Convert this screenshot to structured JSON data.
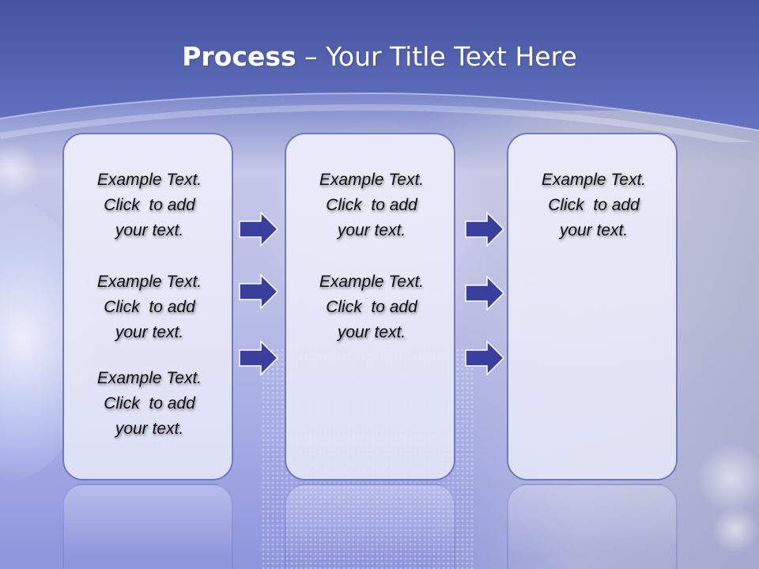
{
  "slide": {
    "title_bold": "Process",
    "title_rest": "– Your Title Text Here"
  },
  "columns": [
    {
      "items": [
        {
          "line1": "Example Text.",
          "line2": "Click  to add",
          "line3": "your text."
        },
        {
          "line1": "Example Text.",
          "line2": "Click  to add",
          "line3": "your text."
        },
        {
          "line1": "Example Text.",
          "line2": "Click  to add",
          "line3": "your text."
        }
      ]
    },
    {
      "items": [
        {
          "line1": "Example Text.",
          "line2": "Click  to add",
          "line3": "your text."
        },
        {
          "line1": "Example Text.",
          "line2": "Click  to add",
          "line3": "your text."
        }
      ]
    },
    {
      "items": [
        {
          "line1": "Example Text.",
          "line2": "Click  to add",
          "line3": "your text."
        }
      ]
    }
  ],
  "arrows": {
    "icon": "right-arrow-icon",
    "fill": "#3a3f9e",
    "stroke": "#ffffff"
  },
  "colors": {
    "box_border": "#6d79c4",
    "title_text": "#ffffff",
    "header_band": "#5060b0"
  }
}
